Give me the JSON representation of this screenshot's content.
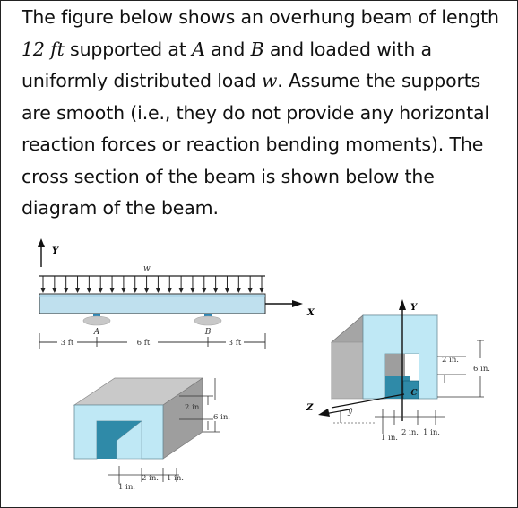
{
  "problem": {
    "segments": [
      {
        "t": "The figure below shows an overhung beam of length "
      },
      {
        "t": "12 ",
        "m": true
      },
      {
        "t": "ft",
        "m": true
      },
      {
        "t": " supported at "
      },
      {
        "t": "A",
        "m": true
      },
      {
        "t": " and "
      },
      {
        "t": "B",
        "m": true
      },
      {
        "t": " and loaded with a uniformly distributed load "
      },
      {
        "t": "w",
        "m": true
      },
      {
        "t": ". Assume the supports are smooth (i.e., they do not provide any horizontal reaction forces or reaction bending moments). The cross section of the beam is shown below the diagram of the beam."
      }
    ]
  },
  "beam_diagram": {
    "load_label": "w",
    "y_axis_label": "Y",
    "x_axis_label": "X",
    "support_a_label": "A",
    "support_b_label": "B",
    "dim_left": "3 ft",
    "dim_middle": "6 ft",
    "dim_right": "3 ft",
    "colors": {
      "beam": "#bfe0ee",
      "support": "#c8c8c8",
      "pin": "#2e86b4"
    }
  },
  "section_left": {
    "dim_top": "2 in.",
    "dim_height": "6 in.",
    "dim_bottom_1": "1 in.",
    "dim_bottom_2": "2 in.",
    "dim_bottom_3": "1 in.",
    "colors": {
      "face": "#bfe8f5",
      "side": "#9a9a9a",
      "top": "#c9c9c9",
      "inner": "#2f8aa8"
    }
  },
  "section_right": {
    "y_label": "Y",
    "z_label": "Z",
    "ybar_label": "ȳ",
    "c_label": "C",
    "dim_top": "2 in.",
    "dim_height": "6 in.",
    "dim_bottom_1": "1 in.",
    "dim_bottom_2": "2 in.",
    "dim_bottom_3": "1 in."
  }
}
